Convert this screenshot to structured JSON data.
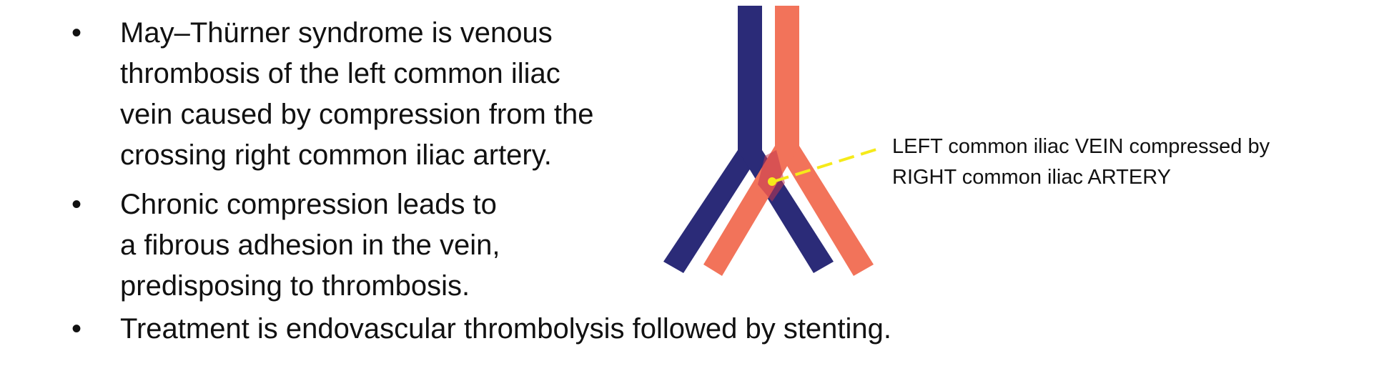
{
  "bullets": [
    {
      "marker": "•",
      "lines": [
        "May–Thürner syndrome is venous",
        "thrombosis of the left common iliac",
        "vein caused by compression from the",
        "crossing right common iliac artery."
      ]
    },
    {
      "marker": "•",
      "lines": [
        "Chronic compression leads to",
        "a fibrous adhesion in the vein,",
        "predisposing to thrombosis."
      ]
    },
    {
      "marker": "•",
      "lines": [
        "Treatment is endovascular thrombolysis followed by stenting."
      ]
    }
  ],
  "diagram": {
    "callout_lines": [
      "LEFT common iliac VEIN compressed by",
      "RIGHT common iliac ARTERY"
    ],
    "colors": {
      "vein": "#2b2b78",
      "artery": "#f2735a",
      "overlap": "#c2364e",
      "pointer": "#f5ea1a"
    }
  }
}
